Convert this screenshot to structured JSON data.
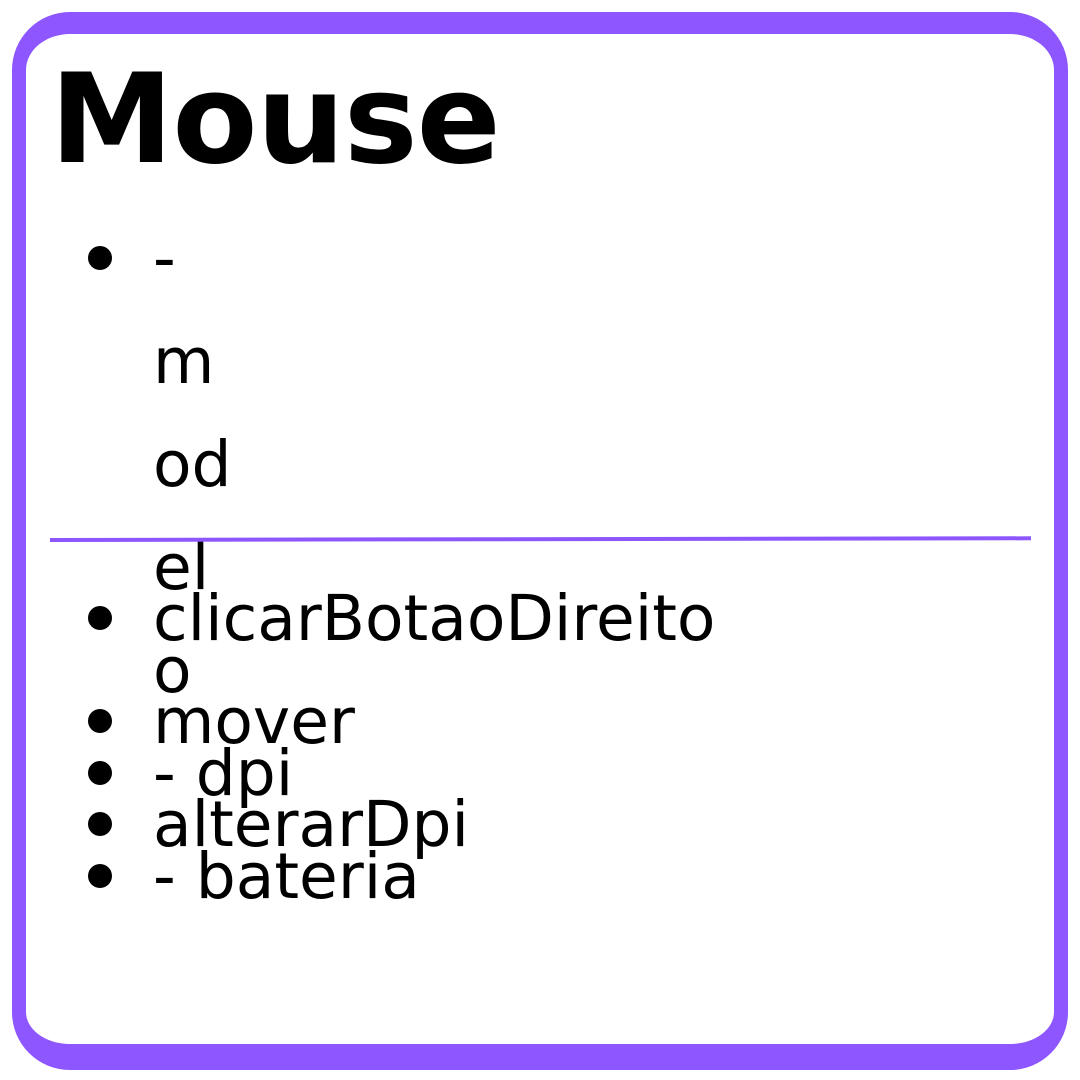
{
  "class_name": "Mouse",
  "attributes": [
    "- modelo",
    "- dpi",
    "- bateria"
  ],
  "methods": [
    "clicarBotaoDireito",
    "mover",
    "alterarDpi"
  ],
  "colors": {
    "border": "#8e56ff",
    "divider": "#8e56ff",
    "text": "#000000",
    "background": "#ffffff"
  }
}
